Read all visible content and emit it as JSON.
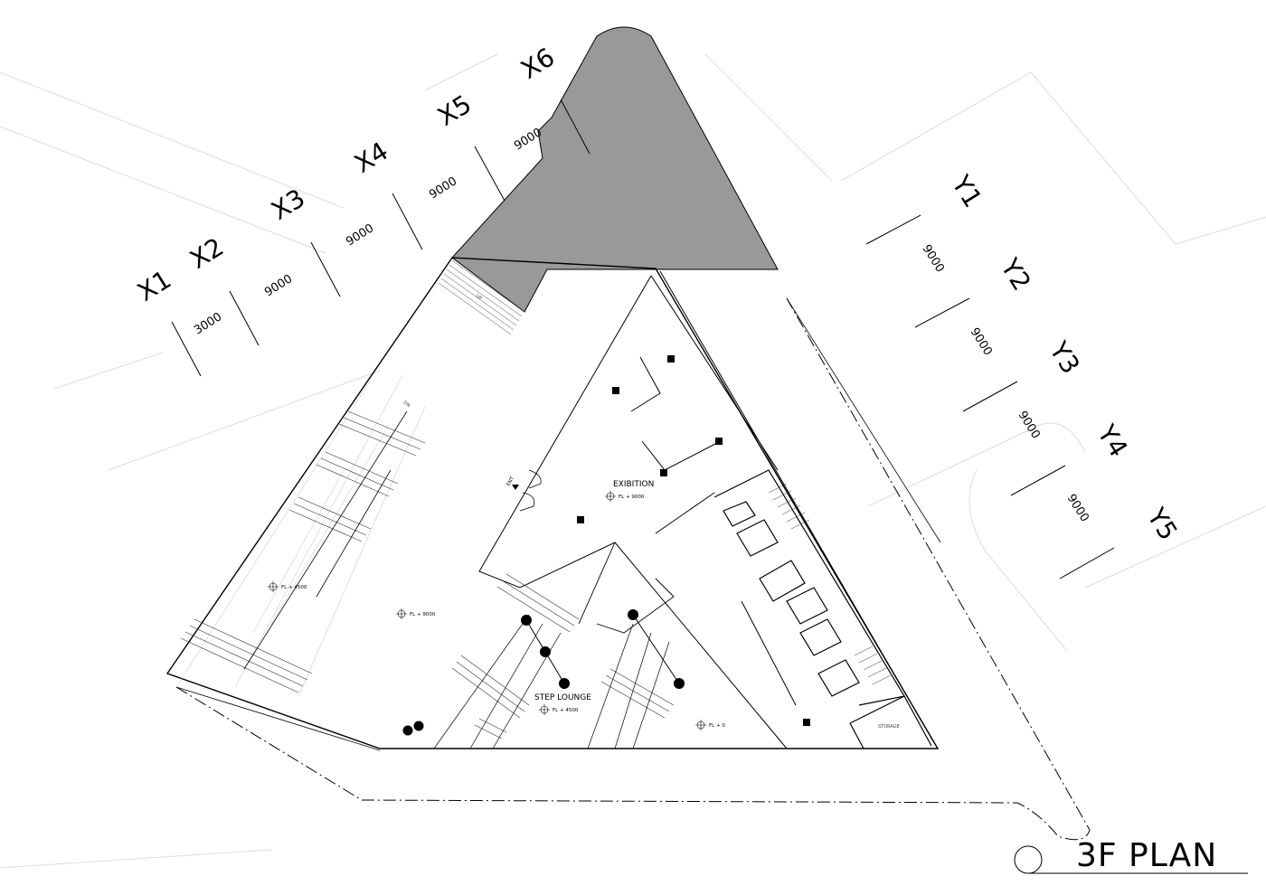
{
  "drawing": {
    "title": "3F PLAN",
    "x_axes": [
      {
        "label": "X1"
      },
      {
        "label": "X2"
      },
      {
        "label": "X3"
      },
      {
        "label": "X4"
      },
      {
        "label": "X5"
      },
      {
        "label": "X6"
      }
    ],
    "x_spans": [
      "3000",
      "9000",
      "9000",
      "9000",
      "9000"
    ],
    "y_axes": [
      {
        "label": "Y1"
      },
      {
        "label": "Y2"
      },
      {
        "label": "Y3"
      },
      {
        "label": "Y4"
      },
      {
        "label": "Y5"
      }
    ],
    "y_spans": [
      "9000",
      "9000",
      "9000",
      "9000"
    ],
    "rooms": {
      "exhibition": "EXIBITION",
      "step_lounge": "STEP LOUNGE",
      "storage": "STORAGE"
    },
    "levels": {
      "exhibition": "FL + 9000",
      "step_lounge": "FL + 4500",
      "left_stair": "FL + 4500",
      "left_mid": "FL + 9000",
      "right_hall": "FL + 0"
    },
    "markers": {
      "entrance": "ENT",
      "stair_up": "UP",
      "stair_down": "DN"
    },
    "colors": {
      "line": "#000000",
      "hatch": "#9a9a9a",
      "context": "#d9d9d9"
    }
  }
}
